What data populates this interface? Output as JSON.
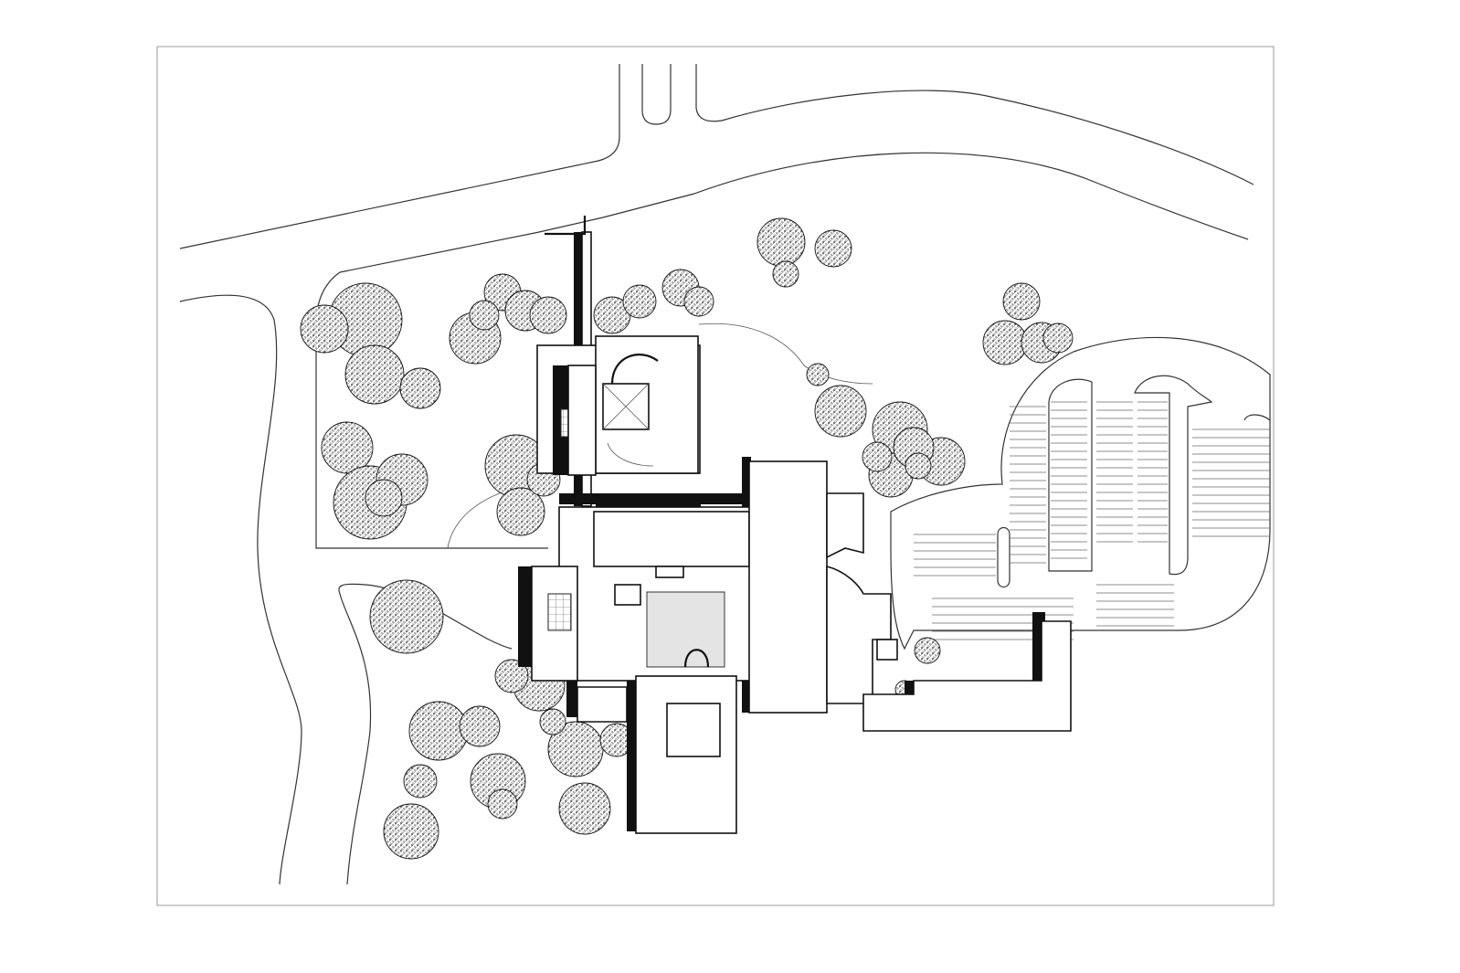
{
  "drawing": {
    "ink_color": "#111111",
    "paper_color": "#ffffff",
    "shadow_color": "#111111",
    "tree_texture": "stippled-canopy"
  },
  "trees": {
    "count": 52
  },
  "parking": {
    "stall_rows": 9
  }
}
